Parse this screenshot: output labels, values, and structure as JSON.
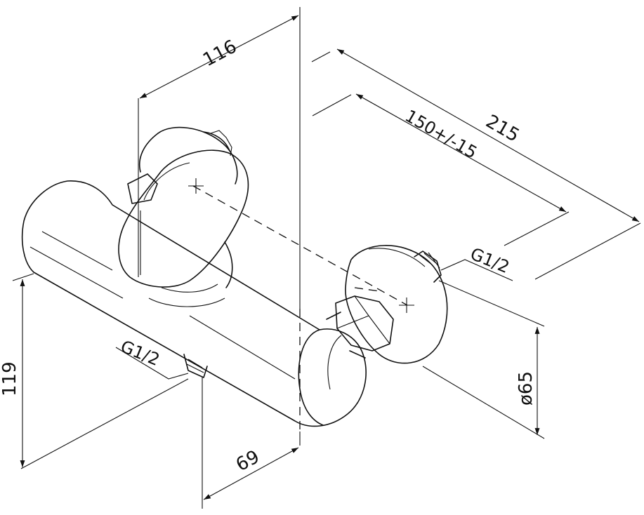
{
  "dimensions": {
    "width_top": "116",
    "length_total": "215",
    "center_distance": "150+/-15",
    "height": "119",
    "outlet_offset": "69",
    "flange_diameter": "ø65"
  },
  "threads": {
    "inlet": "G1/2",
    "outlet": "G1/2"
  }
}
